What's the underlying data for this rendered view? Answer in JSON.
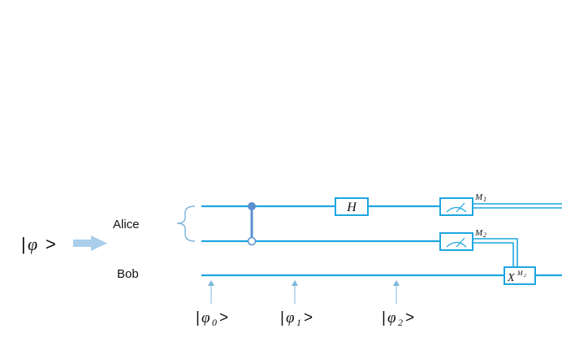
{
  "input_state": {
    "bar": "|",
    "symbol": "φ",
    "close": ">"
  },
  "parties": {
    "alice": "Alice",
    "bob": "Bob"
  },
  "gates": {
    "hadamard": "H",
    "measure_1_label": "M",
    "measure_1_sub": "1",
    "measure_2_label": "M",
    "measure_2_sub": "2",
    "x_gate": "X",
    "x_gate_sup": "M",
    "x_gate_sup_sub": "2"
  },
  "states": [
    {
      "bar": "|",
      "symbol": "φ",
      "sub": "0",
      "close": ">"
    },
    {
      "bar": "|",
      "symbol": "φ",
      "sub": "1",
      "close": ">"
    },
    {
      "bar": "|",
      "symbol": "φ",
      "sub": "2",
      "close": ">"
    }
  ],
  "colors": {
    "wire": "#1ba6e0",
    "control": "#5b8fd0",
    "gate_fill": "#ffffff",
    "arrow": "#a9cdea",
    "state_arrow": "#7fb7dd"
  }
}
